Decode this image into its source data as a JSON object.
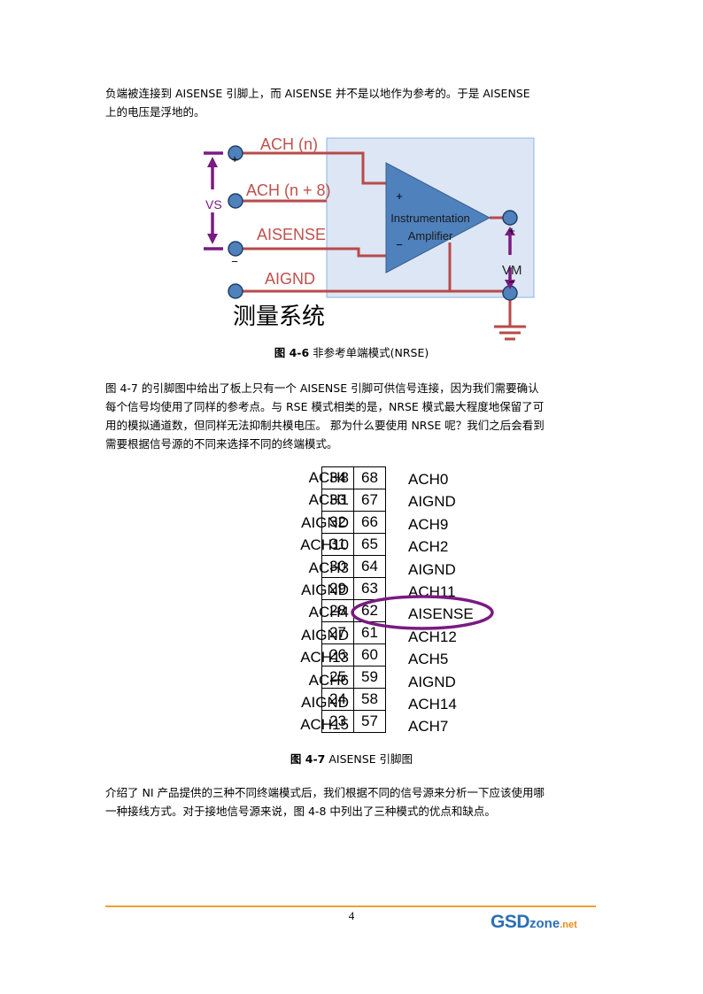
{
  "paragraphs": {
    "p1_line1": "负端被连接到 AISENSE 引脚上，而 AISENSE 并不是以地作为参考的。于是 AISENSE",
    "p1_line2": "上的电压是浮地的。",
    "p2_line1": "图 4-7 的引脚图中给出了板上只有一个 AISENSE 引脚可供信号连接，因为我们需要确认",
    "p2_line2": "每个信号均使用了同样的参考点。与 RSE 模式相类的是，NRSE 模式最大程度地保留了可",
    "p2_line3": "用的模拟通道数，但同样无法抑制共模电压。 那为什么要使用 NRSE 呢？我们之后会看到",
    "p2_line4": "需要根据信号源的不同来选择不同的终端模式。",
    "p3_line1": "介绍了 NI 产品提供的三种不同终端模式后，我们根据不同的信号源来分析一下应该使用哪",
    "p3_line2": "一种接线方式。对于接地信号源来说，图 4-8 中列出了三种模式的优点和缺点。"
  },
  "figure_4_6": {
    "caption_num": "图 4-6",
    "caption_text": " 非参考单端模式(NRSE)",
    "labels": {
      "ach_n": "ACH (n)",
      "ach_n8": "ACH (n + 8)",
      "aisense": "AISENSE",
      "aignd": "AIGND",
      "amp_line1": "Instrumentation",
      "amp_line2": "Amplifier",
      "vs": "VS",
      "vm": "VM",
      "plus_in": "+",
      "minus_in": "−",
      "plus_out": "+",
      "minus_out": "−",
      "plus_src": "+",
      "minus_src": "−",
      "system": "测量系统"
    },
    "colors": {
      "wire": "#b84a4a",
      "label": "#c0504d",
      "arrow": "#7a1a82",
      "box_fill": "#dce6f4",
      "box_stroke": "#8eb4e3",
      "amp_fill": "#4f81bd",
      "terminal_fill": "#4f81bd"
    }
  },
  "figure_4_7": {
    "caption_num": "图 4-7",
    "caption_text": " AISENSE 引脚图",
    "highlight_color": "#7a1a82",
    "rows": [
      {
        "left": "ACH8",
        "a": "34",
        "b": "68",
        "right": "ACH0"
      },
      {
        "left": "ACH1",
        "a": "33",
        "b": "67",
        "right": "AIGND"
      },
      {
        "left": "AIGND",
        "a": "32",
        "b": "66",
        "right": "ACH9"
      },
      {
        "left": "ACH10",
        "a": "31",
        "b": "65",
        "right": "ACH2"
      },
      {
        "left": "ACH3",
        "a": "30",
        "b": "64",
        "right": "AIGND"
      },
      {
        "left": "AIGND",
        "a": "29",
        "b": "63",
        "right": "ACH11"
      },
      {
        "left": "ACH4",
        "a": "28",
        "b": "62",
        "right": "AISENSE"
      },
      {
        "left": "AIGND",
        "a": "27",
        "b": "61",
        "right": "ACH12"
      },
      {
        "left": "ACH13",
        "a": "26",
        "b": "60",
        "right": "ACH5"
      },
      {
        "left": "ACH6",
        "a": "25",
        "b": "59",
        "right": "AIGND"
      },
      {
        "left": "AIGND",
        "a": "24",
        "b": "58",
        "right": "ACH14"
      },
      {
        "left": "ACH15",
        "a": "23",
        "b": "57",
        "right": "ACH7"
      }
    ]
  },
  "footer": {
    "page_number": "4",
    "logo_gsd": "GSD",
    "logo_zone": "zone",
    "logo_net": ".net",
    "accent_color": "#f0a030",
    "logo_color": "#2a6fb8"
  }
}
